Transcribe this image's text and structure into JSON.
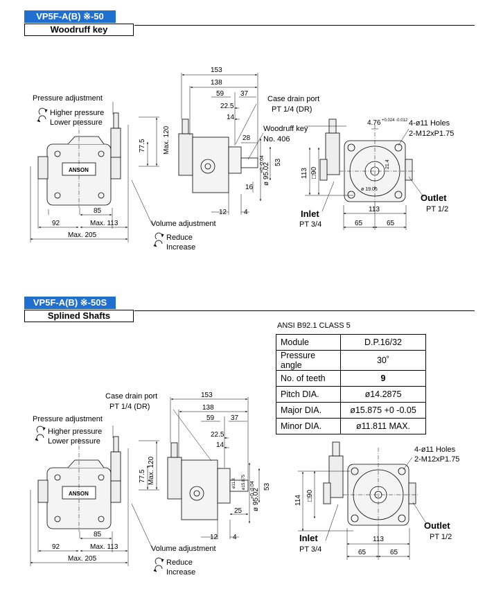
{
  "section1": {
    "title": "VP5F-A(B) ※-50",
    "subtitle": "Woodruff key",
    "left_view": {
      "pressure_adjustment": "Pressure adjustment",
      "higher_pressure": "Higher pressure",
      "lower_pressure": "Lower pressure",
      "brand": "ANSON",
      "dim_77_5": "77.5",
      "dim_max120": "Max. 120",
      "dim_85": "85",
      "dim_92": "92",
      "dim_max113": "Max. 113",
      "dim_max205": "Max. 205",
      "volume_adjustment": "Volume adjustment",
      "reduce": "Reduce",
      "increase": "Increase"
    },
    "side_view": {
      "dim_153": "153",
      "dim_138": "138",
      "dim_59": "59",
      "dim_37": "37",
      "dim_22_5": "22.5",
      "dim_14": "14",
      "dim_28": "28",
      "dim_53": "53",
      "dim_16": "16",
      "dim_12": "12",
      "dim_4": "4",
      "dim_shaft": "ø 95.02",
      "dim_shaft_tol": "+0 -0.04",
      "case_drain": "Case drain port",
      "case_drain_size": "PT 1/4 (DR)",
      "woodruff": "Woodruff key",
      "woodruff_no": "No. 406"
    },
    "front_view": {
      "key_width": "4.76",
      "key_tol": "+0.024 -0.012",
      "dim_21_4": "21.4",
      "dim_19_05": "ø 19.05",
      "holes": "4-ø11 Holes",
      "threads": "2-M12xP1.75",
      "dim_113v": "113",
      "dim_sq90": "□90",
      "dim_113h": "113",
      "dim_65a": "65",
      "dim_65b": "65",
      "inlet": "Inlet",
      "inlet_size": "PT 3/4",
      "outlet": "Outlet",
      "outlet_size": "PT 1/2"
    }
  },
  "section2": {
    "title": "VP5F-A(B) ※-50S",
    "subtitle": "Splined Shafts",
    "table_caption": "ANSI  B92.1 CLASS 5",
    "spline_table": [
      {
        "key": "Module",
        "value": "D.P.16/32"
      },
      {
        "key": "Pressure angle",
        "value": "30˚"
      },
      {
        "key": "No. of teeth",
        "value": "9"
      },
      {
        "key": "Pitch DIA.",
        "value": "ø14.2875"
      },
      {
        "key": "Major DIA.",
        "value": "ø15.875 +0 -0.05"
      },
      {
        "key": "Minor DIA.",
        "value": "ø11.811 MAX."
      }
    ],
    "left_view": {
      "pressure_adjustment": "Pressure adjustment",
      "higher_pressure": "Higher pressure",
      "lower_pressure": "Lower pressure",
      "brand": "ANSON",
      "dim_77_5": "77.5",
      "dim_max120": "Max. 120",
      "dim_85": "85",
      "dim_92": "92",
      "dim_max113": "Max. 113",
      "dim_max205": "Max. 205",
      "volume_adjustment": "Volume adjustment",
      "reduce": "Reduce",
      "increase": "Increase"
    },
    "side_view": {
      "case_drain": "Case drain port",
      "case_drain_size": "PT 1/4 (DR)",
      "dim_153": "153",
      "dim_138": "138",
      "dim_59": "59",
      "dim_37": "37",
      "dim_22_5": "22.5",
      "dim_14": "14",
      "dim_15_875": "ø15.875",
      "dim_11_8": "ø11.8",
      "dim_53": "53",
      "dim_25": "25",
      "dim_12": "12",
      "dim_4": "4",
      "dim_shaft": "ø 95.02",
      "dim_shaft_tol": "+0 -0.04"
    },
    "front_view": {
      "holes": "4-ø11 Holes",
      "threads": "2-M12xP1.75",
      "dim_114": "114",
      "dim_sq90": "□90",
      "dim_113h": "113",
      "dim_65a": "65",
      "dim_65b": "65",
      "inlet": "Inlet",
      "inlet_size": "PT 3/4",
      "outlet": "Outlet",
      "outlet_size": "PT 1/2"
    }
  }
}
